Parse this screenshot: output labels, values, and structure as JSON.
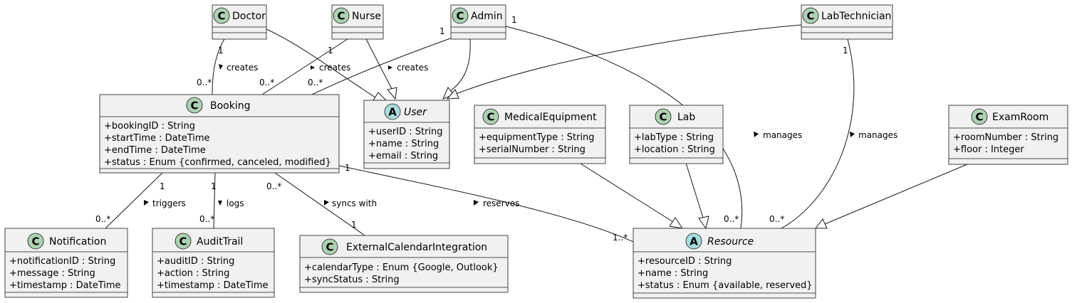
{
  "classes": {
    "doctor": {
      "glyph": "C",
      "name": "Doctor",
      "attrs": []
    },
    "nurse": {
      "glyph": "C",
      "name": "Nurse",
      "attrs": []
    },
    "admin": {
      "glyph": "C",
      "name": "Admin",
      "attrs": []
    },
    "labtech": {
      "glyph": "C",
      "name": "LabTechnician",
      "attrs": []
    },
    "booking": {
      "glyph": "C",
      "name": "Booking",
      "attrs": [
        "+bookingID : String",
        "+startTime : DateTime",
        "+endTime : DateTime",
        "+status : Enum {confirmed, canceled, modified}"
      ]
    },
    "user": {
      "glyph": "A",
      "name": "User",
      "attrs": [
        "+userID : String",
        "+name : String",
        "+email : String"
      ]
    },
    "medequip": {
      "glyph": "C",
      "name": "MedicalEquipment",
      "attrs": [
        "+equipmentType : String",
        "+serialNumber : String"
      ]
    },
    "lab": {
      "glyph": "C",
      "name": "Lab",
      "attrs": [
        "+labType : String",
        "+location : String"
      ]
    },
    "examroom": {
      "glyph": "C",
      "name": "ExamRoom",
      "attrs": [
        "+roomNumber : String",
        "+floor : Integer"
      ]
    },
    "notification": {
      "glyph": "C",
      "name": "Notification",
      "attrs": [
        "+notificationID : String",
        "+message : String",
        "+timestamp : DateTime"
      ]
    },
    "audittrail": {
      "glyph": "C",
      "name": "AuditTrail",
      "attrs": [
        "+auditID : String",
        "+action : String",
        "+timestamp : DateTime"
      ]
    },
    "extcal": {
      "glyph": "C",
      "name": "ExternalCalendarIntegration",
      "attrs": [
        "+calendarType : Enum {Google, Outlook}",
        "+syncStatus : String"
      ]
    },
    "resource": {
      "glyph": "A",
      "name": "Resource",
      "attrs": [
        "+resourceID : String",
        "+name : String",
        "+status : Enum {available, reserved}"
      ]
    }
  },
  "relations": {
    "doctor_creates": {
      "label": "creates",
      "m_from": "1",
      "m_to": "0..*"
    },
    "nurse_creates": {
      "label": "creates",
      "m_from": "1",
      "m_to": "0..*"
    },
    "admin_creates": {
      "label": "creates",
      "m_from": "1",
      "m_to": "0..*"
    },
    "admin_manages": {
      "label": "manages",
      "m_from": "1",
      "m_to": "0..*"
    },
    "labtech_manages": {
      "label": "manages",
      "m_from": "1",
      "m_to": "0..*"
    },
    "booking_triggers": {
      "label": "triggers",
      "m_from": "1",
      "m_to": "0..*"
    },
    "booking_logs": {
      "label": "logs",
      "m_from": "1",
      "m_to": "0..*"
    },
    "booking_syncs": {
      "label": "syncs with",
      "m_from": "0..*",
      "m_to": "1"
    },
    "booking_reserves": {
      "label": "reserves",
      "m_from": "1",
      "m_to": "1..*"
    }
  }
}
